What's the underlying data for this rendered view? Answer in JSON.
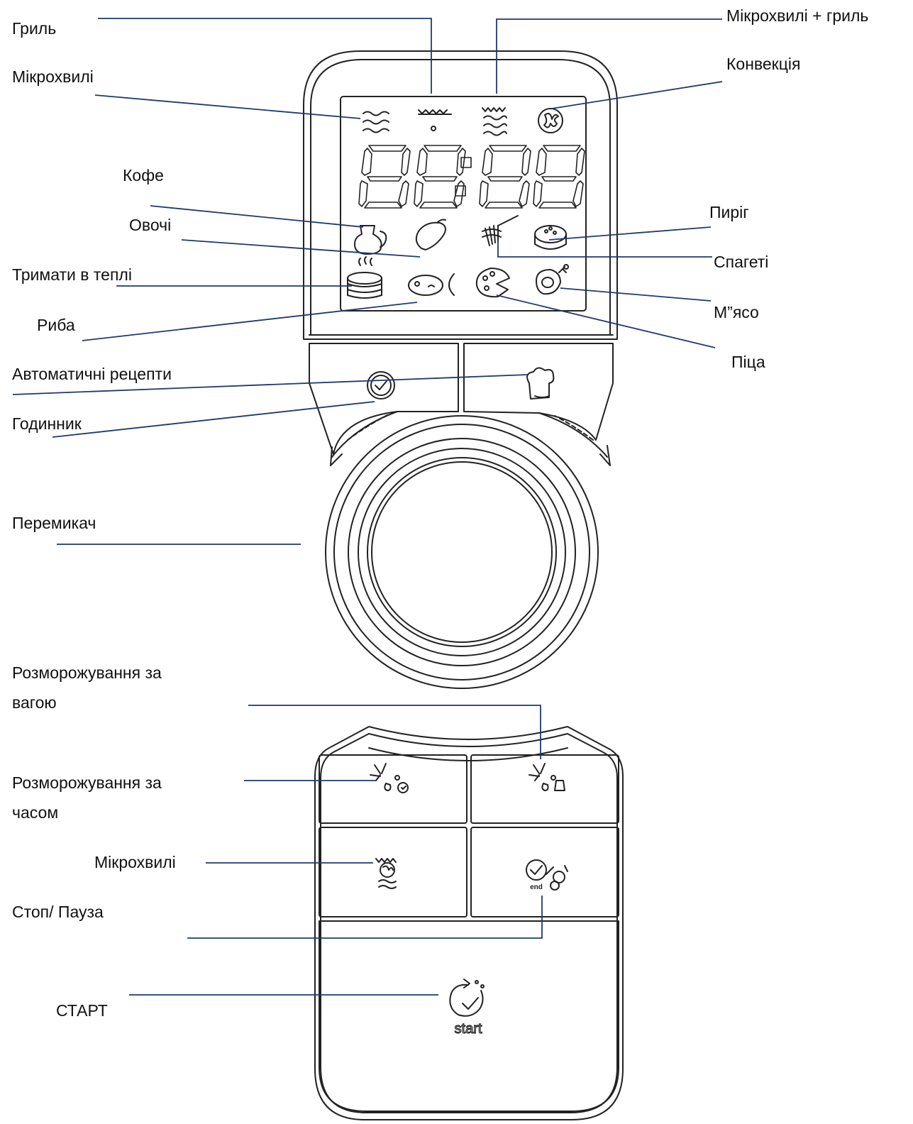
{
  "labels": {
    "grill": "Гриль",
    "microwave_grill": "Мікрохвилі + гриль",
    "microwave_top": "Мікрохвилі",
    "convection": "Конвекція",
    "coffee": "Кофе",
    "vegetables": "Овочі",
    "pie": "Пиріг",
    "spaghetti": "Спагеті",
    "keep_warm": "Тримати в теплі",
    "meat": "М”ясо",
    "fish": "Риба",
    "pizza": "Піца",
    "auto_recipes": "Автоматичні рецепти",
    "clock": "Годинник",
    "switch": "Перемикач",
    "defrost_weight_line1": "Розморожування за",
    "defrost_weight_line2": "вагою",
    "defrost_time_line1": "Розморожування за",
    "defrost_time_line2": "часом",
    "microwave_button": "Мікрохвилі",
    "stop_pause": "Стоп/ Пауза",
    "start": "СТАРТ"
  },
  "display": {
    "digits": "88:88"
  },
  "buttons": {
    "end_caption": "end",
    "start_caption": "start"
  },
  "colors": {
    "leader_line": "#1f3a6e",
    "outline": "#222222"
  }
}
